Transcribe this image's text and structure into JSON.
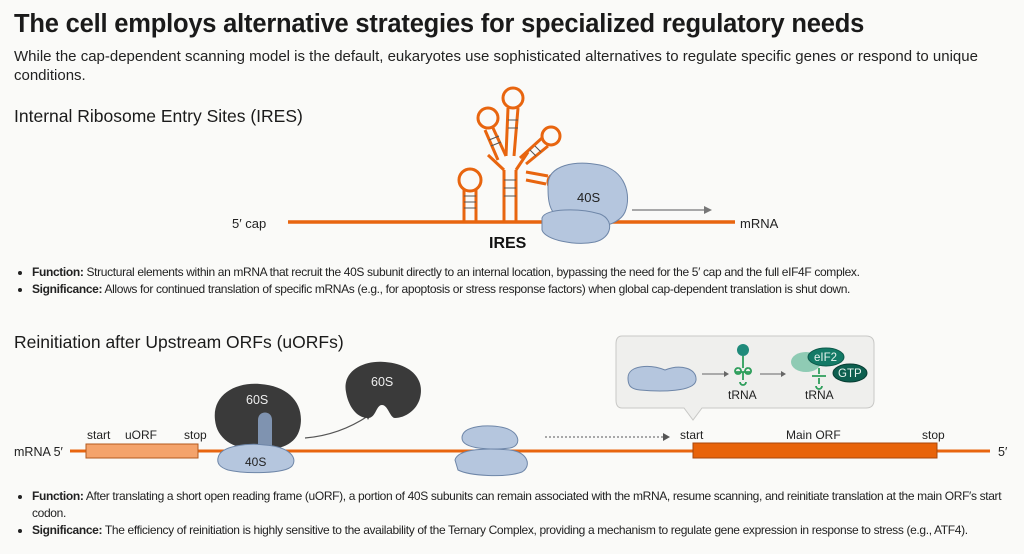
{
  "title": "The cell employs alternative strategies for specialized regulatory needs",
  "subtitle": "While the cap-dependent scanning model is the default, eukaryotes use sophisticated alternatives to regulate specific genes or respond to unique conditions.",
  "ires": {
    "heading": "Internal Ribosome Entry Sites (IRES)",
    "cap_label": "5′ cap",
    "ires_label": "IRES",
    "ribosome_label": "40S",
    "mrna_label": "mRNA",
    "bullets": [
      {
        "term": "Function:",
        "text": " Structural elements within an mRNA that recruit the 40S subunit directly to an internal location, bypassing the need for the 5′ cap and the full eIF4F complex."
      },
      {
        "term": "Significance:",
        "text": " Allows for continued translation of specific mRNAs (e.g., for apoptosis or stress response factors) when global cap-dependent translation is shut down."
      }
    ]
  },
  "uorf": {
    "heading": "Reinitiation after Upstream ORFs (uORFs)",
    "mrna_label": "mRNA 5′",
    "end_label": "5′",
    "uorf_start": "start",
    "uorf_label": "uORF",
    "uorf_stop": "stop",
    "large_subunit": "60S",
    "small_subunit": "40S",
    "released_subunit": "60S",
    "main_start": "start",
    "main_label": "Main ORF",
    "main_stop": "stop",
    "callout": {
      "trna_label_1": "tRNA",
      "trna_label_2": "tRNA",
      "eif2_label": "eIF2",
      "gtp_label": "GTP"
    },
    "bullets": [
      {
        "term": "Function:",
        "text": " After translating a short open reading frame (uORF), a portion of 40S subunits can remain associated with the mRNA, resume scanning, and reinitiate translation at the main ORF′s start codon."
      },
      {
        "term": "Significance:",
        "text": " The efficiency of reinitiation is highly sensitive to the availability of the Ternary Complex, providing a mechanism to regulate gene expression in response to stress (e.g., ATF4)."
      }
    ]
  },
  "colors": {
    "mrna": "#e8650f",
    "uorf_box": "#f4a36b",
    "ribosome_light": "#b5c6de",
    "ribosome_dark": "#3a3a3a",
    "trna": "#2e9e5b",
    "eif2": "#137a66"
  }
}
